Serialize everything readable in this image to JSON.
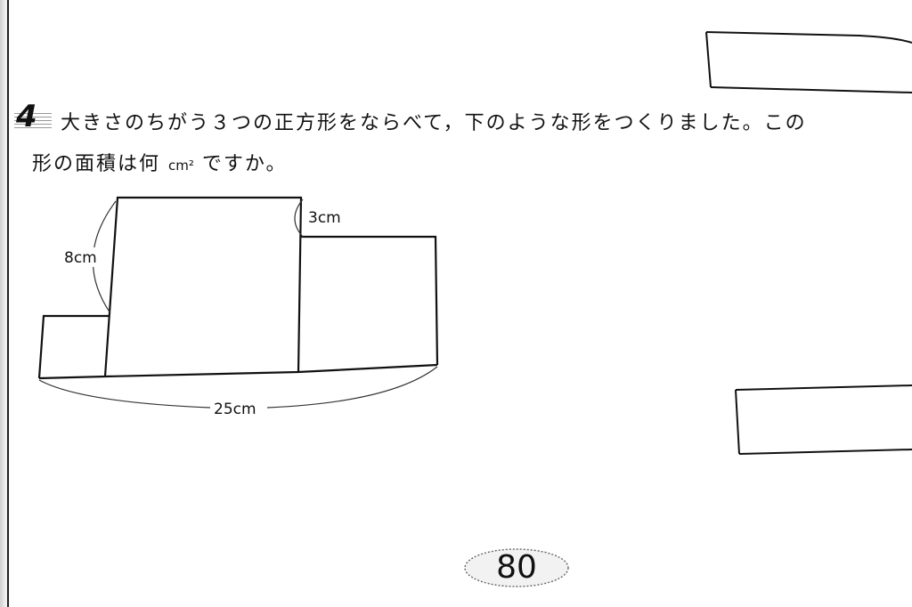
{
  "problem": {
    "number": "4",
    "text_line1": "大きさのちがう３つの正方形をならべて，下のような形をつくりました。この",
    "text_line2_a": "形の面積は何",
    "text_line2_unit": "cm²",
    "text_line2_b": "ですか。"
  },
  "figure": {
    "label_side": "8cm",
    "label_step": "3cm",
    "label_total": "25cm"
  },
  "footer": {
    "page_number": "80"
  }
}
